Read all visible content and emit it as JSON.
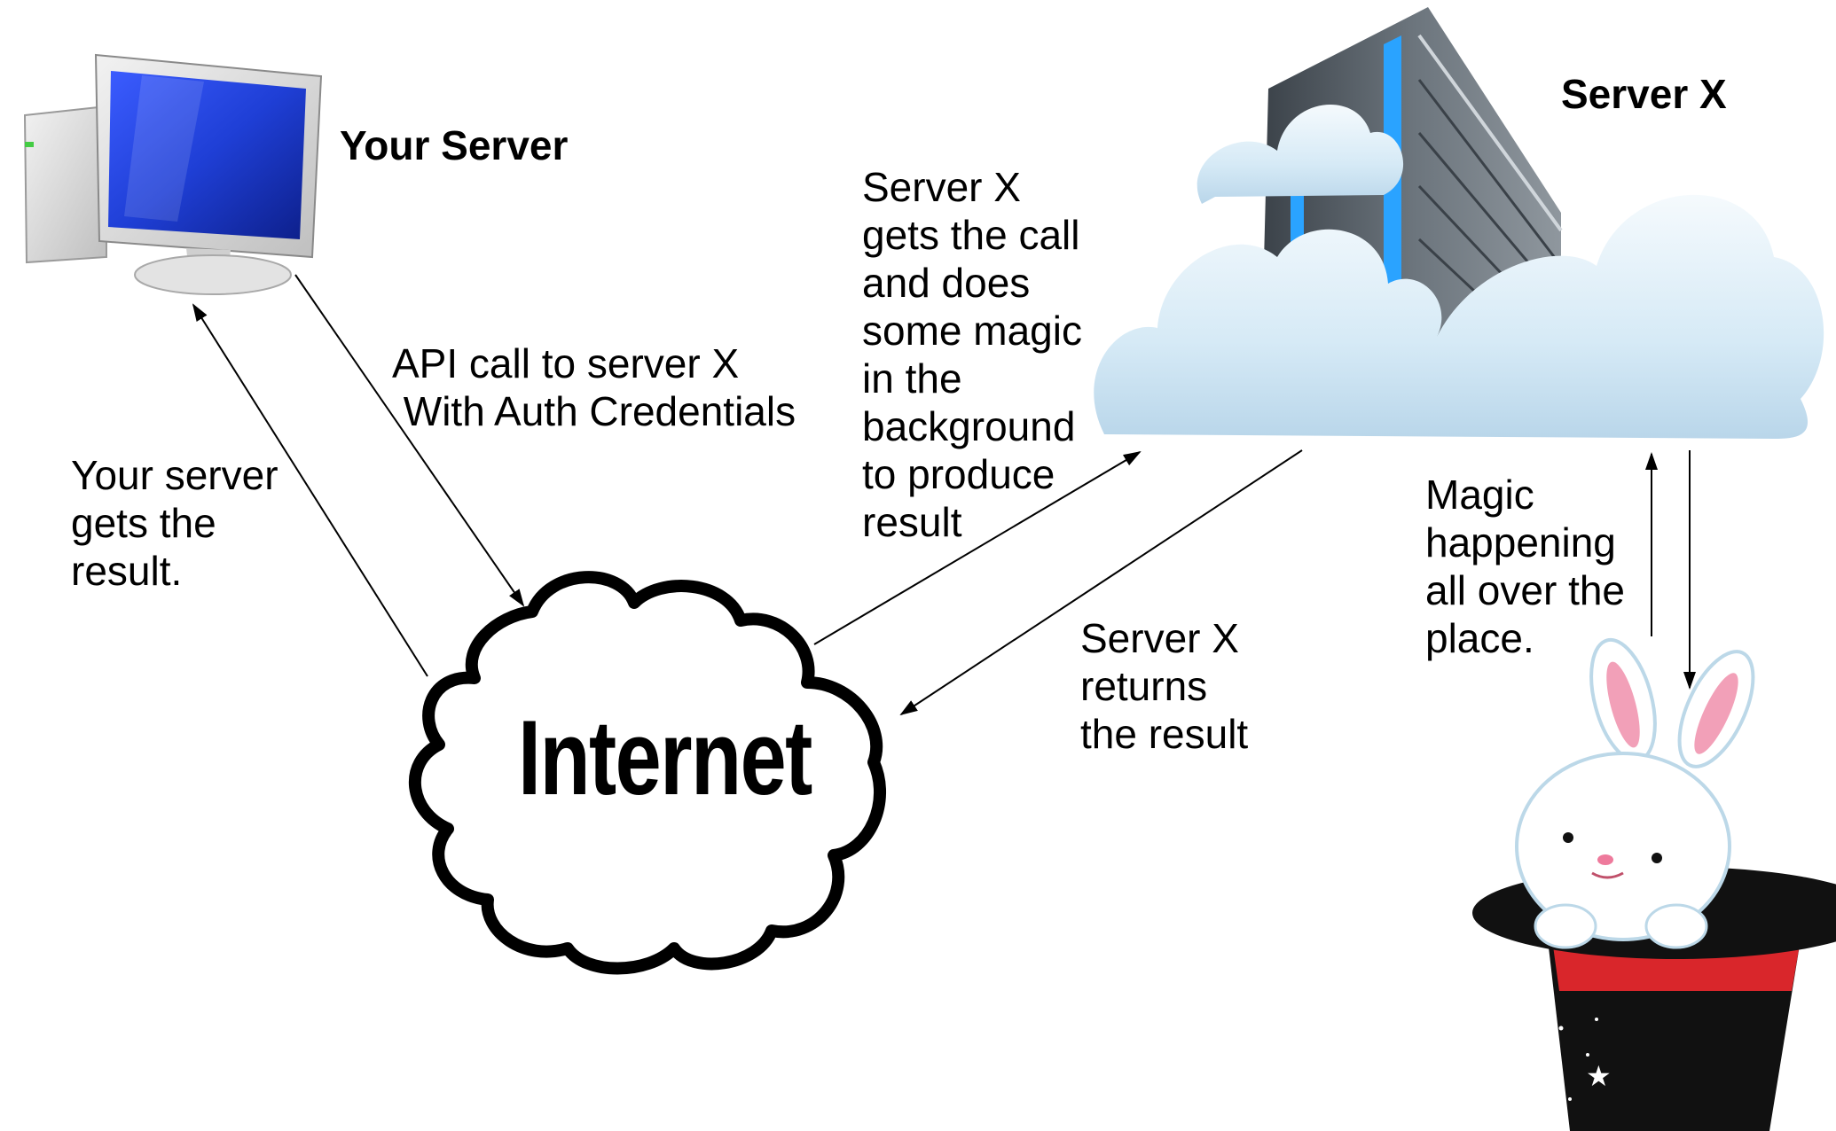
{
  "labels": {
    "your_server": "Your Server",
    "server_x": "Server X",
    "api_call": "API call to server X\n With Auth Credentials",
    "server_gets_call": "Server X\ngets the call\nand does\nsome magic\nin the\nbackground\nto produce\nresult",
    "your_server_result": "Your server\ngets the\nresult.",
    "server_returns": "Server X\nreturns\nthe result",
    "magic_happening": "Magic\nhappening\nall over the\nplace.",
    "internet": "Internet"
  },
  "icons": {
    "your_server": "desktop-computer-icon",
    "server_x": "server-tower-in-clouds-icon",
    "internet": "cloud-icon",
    "magic": "rabbit-in-magic-hat-icon"
  },
  "colors": {
    "screen_blue": "#1f3fd6",
    "cloud_fill": "#dfeef7",
    "server_accent": "#2aa3ff",
    "hat_band": "#d9262b",
    "ear_pink": "#f2a0b8"
  }
}
